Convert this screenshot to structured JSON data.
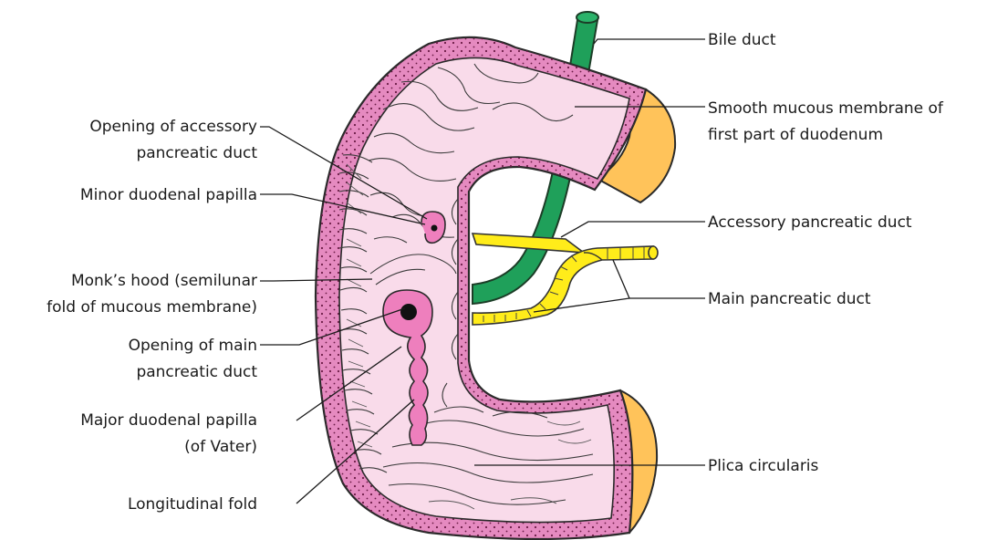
{
  "figure": {
    "colors": {
      "wall": "#e58ac0",
      "mucosa": "#f9dbea",
      "papilla": "#ee7fbd",
      "bile_duct": "#1fa05a",
      "pancreatic_duct": "#ffec1a",
      "cut_end": "#ffc35a"
    },
    "labels": {
      "bile_duct": "Bile duct",
      "smooth_mucous_1": "Smooth mucous membrane of",
      "smooth_mucous_2": "first part of duodenum",
      "accessory_duct": "Accessory pancreatic duct",
      "main_duct": "Main pancreatic duct",
      "plica": "Plica circularis",
      "opening_accessory_1": "Opening of accessory",
      "opening_accessory_2": "pancreatic duct",
      "minor_papilla": "Minor duodenal papilla",
      "monks_hood_1": "Monk’s hood (semilunar",
      "monks_hood_2": "fold of mucous membrane)",
      "opening_main_1": "Opening of main",
      "opening_main_2": "pancreatic duct",
      "major_papilla_1": "Major duodenal papilla",
      "major_papilla_2": "(of Vater)",
      "longitudinal_fold": "Longitudinal fold"
    }
  }
}
